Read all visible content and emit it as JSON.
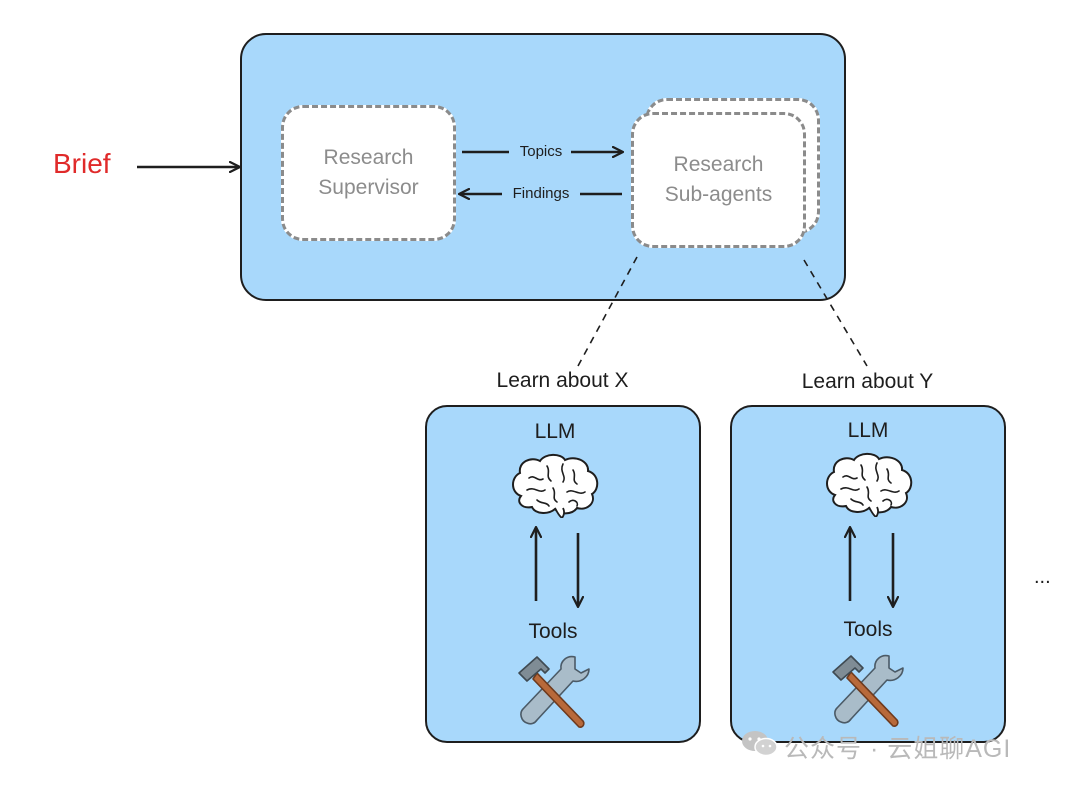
{
  "input": {
    "label": "Brief",
    "color": "#e02a2a"
  },
  "supervisor": {
    "label": "Research\nSupervisor"
  },
  "subagents": {
    "label": "Research\nSub-agents"
  },
  "edges": {
    "topics": "Topics",
    "findings": "Findings"
  },
  "workers": [
    {
      "title": "Learn about X",
      "llm_label": "LLM",
      "llm_icon": "brain-icon",
      "tools_label": "Tools",
      "tools_icon": "hammer-wrench-icon"
    },
    {
      "title": "Learn about Y",
      "llm_label": "LLM",
      "llm_icon": "brain-icon",
      "tools_label": "Tools",
      "tools_icon": "hammer-wrench-icon"
    }
  ],
  "more": "...",
  "watermark": "公众号 · 云姐聊AGI",
  "colors": {
    "panel": "#a8d8fb",
    "border": "#1e1e1e",
    "dashed": "#8b8b8b"
  }
}
